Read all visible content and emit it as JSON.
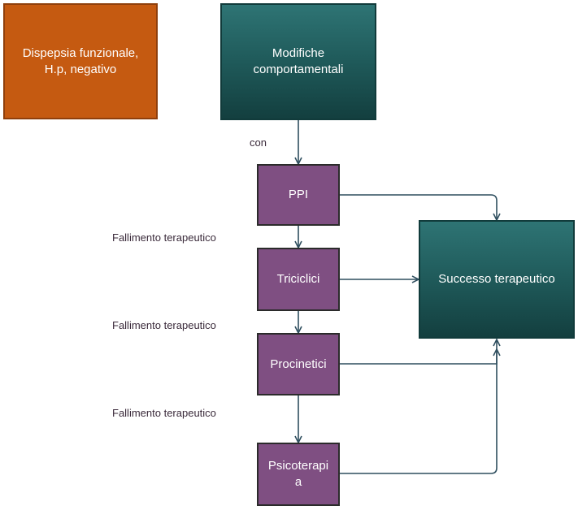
{
  "boxes": {
    "dispepsia": "Dispepsia funzionale,\nH.p, negativo",
    "modifiche": "Modifiche\ncomportamentali",
    "ppi": "PPI",
    "triciclici": "Triciclici",
    "procinetici": "Procinetici",
    "psicoterapia": "Psicoterapi\na",
    "successo": "Successo terapeutico"
  },
  "labels": {
    "con": "con",
    "fallimento_1": "Fallimento terapeutico",
    "fallimento_2": "Fallimento terapeutico",
    "fallimento_3": "Fallimento terapeutico"
  },
  "colors": {
    "orange": "#c55a11",
    "teal": "#1f5a5a",
    "purple": "#7f4f82",
    "connector": "#2f4f5f"
  }
}
